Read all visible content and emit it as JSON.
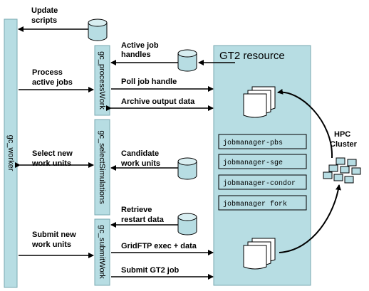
{
  "colors": {
    "panel": "#b7dde3",
    "panel_border": "#7aa9b1",
    "arrow": "#000000"
  },
  "worker_label": "gc_worker",
  "modules": {
    "process": "gc_processWork",
    "select": "gc_selectSimulations",
    "submit": "gc_submitWork"
  },
  "worker_arrows": {
    "update": [
      "Update",
      "scripts"
    ],
    "process": [
      "Process",
      "active jobs"
    ],
    "select": [
      "Select new",
      "work units"
    ],
    "submit": [
      "Submit new",
      "work units"
    ]
  },
  "flows": {
    "active_handles": [
      "Active job",
      "handles"
    ],
    "poll": "Poll job handle",
    "archive": "Archive output data",
    "candidate": [
      "Candidate",
      "work units"
    ],
    "retrieve": [
      "Retrieve",
      "restart data"
    ],
    "gridftp": "GridFTP exec + data",
    "submit_gt2": "Submit GT2 job"
  },
  "resource": {
    "title": "GT2 resource",
    "jobmanagers": [
      "jobmanager-pbs",
      "jobmanager-sge",
      "jobmanager-condor",
      "jobmanager fork"
    ]
  },
  "cluster": [
    "HPC",
    "Cluster"
  ],
  "icons": {
    "database": "database-cylinder-icon",
    "documents": "document-stack-icon",
    "cluster": "computer-cluster-icon"
  }
}
